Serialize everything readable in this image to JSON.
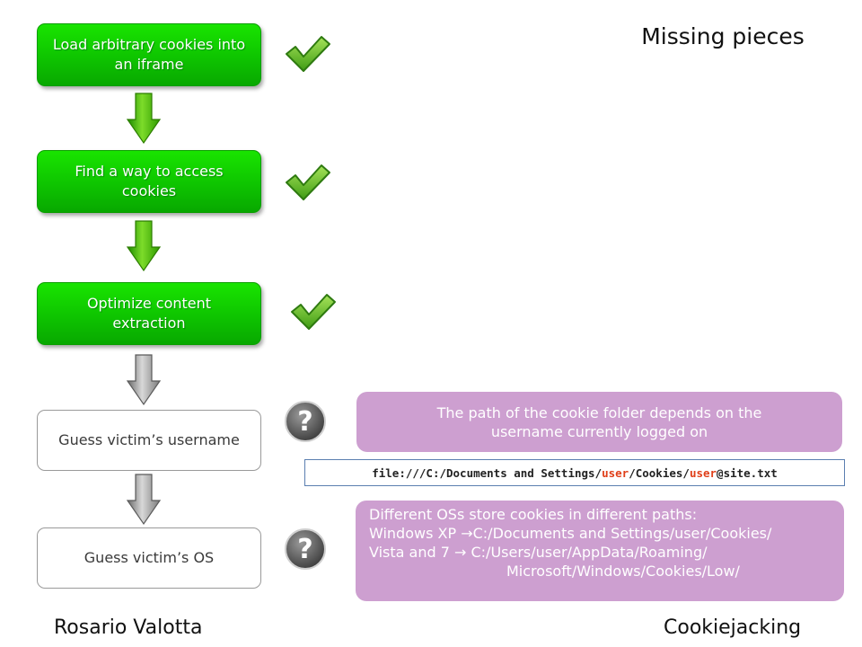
{
  "title": "Missing pieces",
  "steps": [
    {
      "label": "Load arbitrary cookies into an iframe",
      "status": "done"
    },
    {
      "label": "Find a way to access cookies",
      "status": "done"
    },
    {
      "label": "Optimize content extraction",
      "status": "done"
    },
    {
      "label": "Guess victim’s username",
      "status": "missing"
    },
    {
      "label": "Guess victim’s OS",
      "status": "missing"
    }
  ],
  "icons": {
    "done": "check-mark-icon",
    "missing": "question-mark-icon",
    "arrow_done": "green-down-arrow-icon",
    "arrow_missing": "gray-down-arrow-icon"
  },
  "callout_username": "The path of the cookie folder depends on the username currently logged on",
  "cookie_path": {
    "prefix": "file:///C:/Documents and Settings/",
    "user1": "user",
    "middle": "/Cookies/",
    "user2": "user",
    "suffix": "@site.txt"
  },
  "callout_os": {
    "line1": "Different OSs store cookies in different paths:",
    "xp_label": "Windows XP ",
    "xp_arrow": "→",
    "xp_path": "C:/Documents and Settings/user/Cookies/",
    "vista_label": "Vista and 7 ",
    "vista_arrow": "→",
    "vista_path": " C:/Users/user/AppData/Roaming/",
    "vista_path2": "Microsoft/Windows/Cookies/Low/"
  },
  "footer": {
    "author": "Rosario Valotta",
    "topic": "Cookiejacking"
  },
  "colors": {
    "done_green": "#0ec400",
    "callout_purple": "#cd9fd0",
    "highlight_orange": "#e0401a"
  }
}
